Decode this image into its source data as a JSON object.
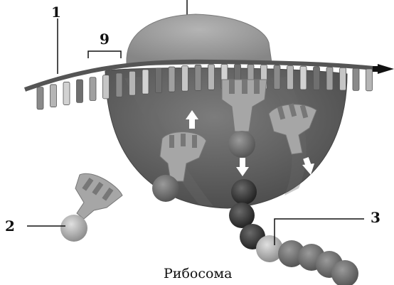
{
  "labels": {
    "mrna": "1",
    "trna_free": "2",
    "amino_acid_chain": "3",
    "codon_span": "9"
  },
  "caption": "Рибосома",
  "colors": {
    "large_subunit": "#5f5f5f",
    "small_subunit": "#9a9a9a",
    "trna": "#a3a3a3",
    "amino_acid_light": "#b8b8b8",
    "amino_acid_dark": "#3a3a3a",
    "arrow_dark": "#111111",
    "arrow_light": "#ffffff"
  },
  "icons": [
    "up-arrow-icon",
    "down-arrow-icon",
    "right-arrow-icon"
  ]
}
